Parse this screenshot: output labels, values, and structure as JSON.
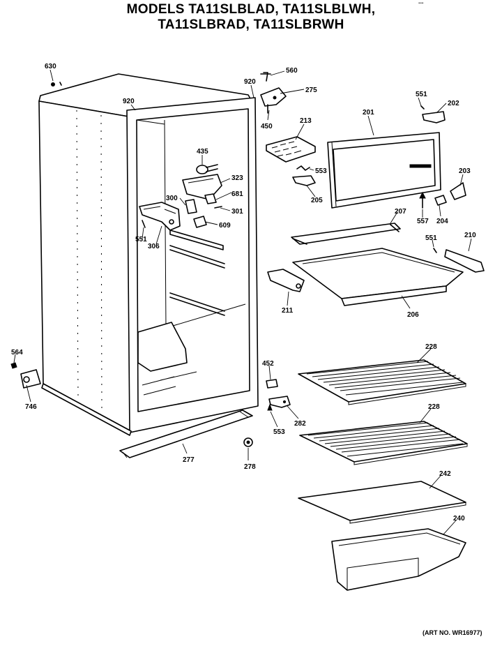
{
  "header": {
    "title_line1": "MODELS TA11SLBLAD, TA11SLBLWH,",
    "title_line2": "TA11SLBRAD, TA11SLBRWH",
    "corner_text": "..."
  },
  "footer": {
    "art_no": "(ART NO. WR16977)"
  },
  "callouts": [
    "630",
    "920",
    "920",
    "560",
    "275",
    "450",
    "551",
    "202",
    "201",
    "213",
    "435",
    "323",
    "553",
    "205",
    "203",
    "681",
    "300",
    "301",
    "609",
    "557",
    "204",
    "207",
    "551",
    "306",
    "551",
    "210",
    "211",
    "206",
    "228",
    "564",
    "452",
    "746",
    "282",
    "553",
    "228",
    "277",
    "278",
    "242",
    "240"
  ]
}
